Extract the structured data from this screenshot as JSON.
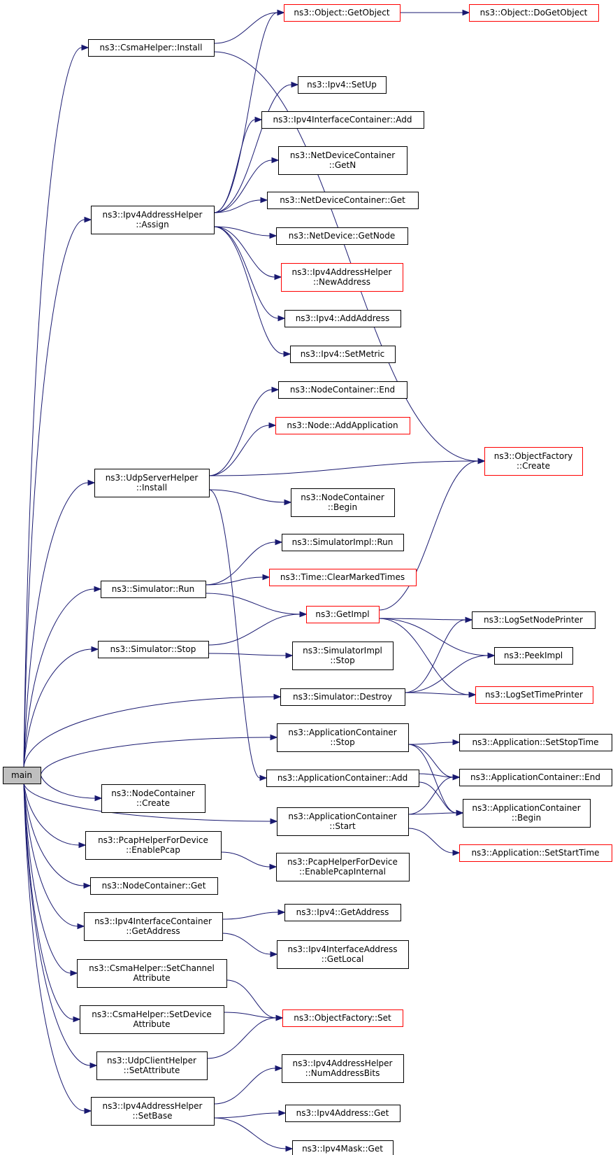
{
  "diagram": {
    "colors": {
      "edge": "#191970",
      "red_border": "#ff0000",
      "root_fill": "#bfbfbf"
    },
    "nodes": [
      {
        "id": "main",
        "lines": [
          "main"
        ],
        "style": "root"
      },
      {
        "id": "csma_install",
        "lines": [
          "ns3::CsmaHelper::Install"
        ],
        "style": "black"
      },
      {
        "id": "getobject",
        "lines": [
          "ns3::Object::GetObject"
        ],
        "style": "red"
      },
      {
        "id": "dogetobject",
        "lines": [
          "ns3::Object::DoGetObject"
        ],
        "style": "red"
      },
      {
        "id": "ipv4_setup",
        "lines": [
          "ns3::Ipv4::SetUp"
        ],
        "style": "black"
      },
      {
        "id": "ipv4ic_add",
        "lines": [
          "ns3::Ipv4InterfaceContainer::Add"
        ],
        "style": "black"
      },
      {
        "id": "ndc_getn",
        "lines": [
          "ns3::NetDeviceContainer",
          "::GetN"
        ],
        "style": "black"
      },
      {
        "id": "ndc_get",
        "lines": [
          "ns3::NetDeviceContainer::Get"
        ],
        "style": "black"
      },
      {
        "id": "ipv4ah_assign",
        "lines": [
          "ns3::Ipv4AddressHelper",
          "::Assign"
        ],
        "style": "black"
      },
      {
        "id": "nd_getnode",
        "lines": [
          "ns3::NetDevice::GetNode"
        ],
        "style": "black"
      },
      {
        "id": "ipv4ah_newaddress",
        "lines": [
          "ns3::Ipv4AddressHelper",
          "::NewAddress"
        ],
        "style": "red"
      },
      {
        "id": "ipv4_addaddress",
        "lines": [
          "ns3::Ipv4::AddAddress"
        ],
        "style": "black"
      },
      {
        "id": "ipv4_setmetric",
        "lines": [
          "ns3::Ipv4::SetMetric"
        ],
        "style": "black"
      },
      {
        "id": "nc_end",
        "lines": [
          "ns3::NodeContainer::End"
        ],
        "style": "black"
      },
      {
        "id": "node_addapp",
        "lines": [
          "ns3::Node::AddApplication"
        ],
        "style": "red"
      },
      {
        "id": "objfactory_create",
        "lines": [
          "ns3::ObjectFactory",
          "::Create"
        ],
        "style": "red"
      },
      {
        "id": "udpserver_install",
        "lines": [
          "ns3::UdpServerHelper",
          "::Install"
        ],
        "style": "black"
      },
      {
        "id": "nc_begin",
        "lines": [
          "ns3::NodeContainer",
          "::Begin"
        ],
        "style": "black"
      },
      {
        "id": "simimpl_run",
        "lines": [
          "ns3::SimulatorImpl::Run"
        ],
        "style": "black"
      },
      {
        "id": "sim_run",
        "lines": [
          "ns3::Simulator::Run"
        ],
        "style": "black"
      },
      {
        "id": "time_clear",
        "lines": [
          "ns3::Time::ClearMarkedTimes"
        ],
        "style": "red"
      },
      {
        "id": "getimpl",
        "lines": [
          "ns3::GetImpl"
        ],
        "style": "red"
      },
      {
        "id": "lognodeprinter",
        "lines": [
          "ns3::LogSetNodePrinter"
        ],
        "style": "black"
      },
      {
        "id": "sim_stop",
        "lines": [
          "ns3::Simulator::Stop"
        ],
        "style": "black"
      },
      {
        "id": "simimpl_stop",
        "lines": [
          "ns3::SimulatorImpl",
          "::Stop"
        ],
        "style": "black"
      },
      {
        "id": "peekimpl",
        "lines": [
          "ns3::PeekImpl"
        ],
        "style": "black"
      },
      {
        "id": "sim_destroy",
        "lines": [
          "ns3::Simulator::Destroy"
        ],
        "style": "black"
      },
      {
        "id": "logtimeprinter",
        "lines": [
          "ns3::LogSetTimePrinter"
        ],
        "style": "red"
      },
      {
        "id": "appc_stop",
        "lines": [
          "ns3::ApplicationContainer",
          "::Stop"
        ],
        "style": "black"
      },
      {
        "id": "app_setstoptime",
        "lines": [
          "ns3::Application::SetStopTime"
        ],
        "style": "black"
      },
      {
        "id": "appc_add",
        "lines": [
          "ns3::ApplicationContainer::Add"
        ],
        "style": "black"
      },
      {
        "id": "appc_end",
        "lines": [
          "ns3::ApplicationContainer::End"
        ],
        "style": "black"
      },
      {
        "id": "nc_create",
        "lines": [
          "ns3::NodeContainer",
          "::Create"
        ],
        "style": "black"
      },
      {
        "id": "appc_start",
        "lines": [
          "ns3::ApplicationContainer",
          "::Start"
        ],
        "style": "black"
      },
      {
        "id": "appc_begin",
        "lines": [
          "ns3::ApplicationContainer",
          "::Begin"
        ],
        "style": "black"
      },
      {
        "id": "app_setstarttime",
        "lines": [
          "ns3::Application::SetStartTime"
        ],
        "style": "red"
      },
      {
        "id": "pcap_enable",
        "lines": [
          "ns3::PcapHelperForDevice",
          "::EnablePcap"
        ],
        "style": "black"
      },
      {
        "id": "pcap_internal",
        "lines": [
          "ns3::PcapHelperForDevice",
          "::EnablePcapInternal"
        ],
        "style": "black"
      },
      {
        "id": "nc_get",
        "lines": [
          "ns3::NodeContainer::Get"
        ],
        "style": "black"
      },
      {
        "id": "ipv4ic_getaddress",
        "lines": [
          "ns3::Ipv4InterfaceContainer",
          "::GetAddress"
        ],
        "style": "black"
      },
      {
        "id": "ipv4_getaddress",
        "lines": [
          "ns3::Ipv4::GetAddress"
        ],
        "style": "black"
      },
      {
        "id": "ipv4ia_getlocal",
        "lines": [
          "ns3::Ipv4InterfaceAddress",
          "::GetLocal"
        ],
        "style": "black"
      },
      {
        "id": "csma_setchannel",
        "lines": [
          "ns3::CsmaHelper::SetChannel",
          "Attribute"
        ],
        "style": "black"
      },
      {
        "id": "csma_setdevice",
        "lines": [
          "ns3::CsmaHelper::SetDevice",
          "Attribute"
        ],
        "style": "black"
      },
      {
        "id": "objfactory_set",
        "lines": [
          "ns3::ObjectFactory::Set"
        ],
        "style": "red"
      },
      {
        "id": "udpclient_setattr",
        "lines": [
          "ns3::UdpClientHelper",
          "::SetAttribute"
        ],
        "style": "black"
      },
      {
        "id": "ipv4ah_numbits",
        "lines": [
          "ns3::Ipv4AddressHelper",
          "::NumAddressBits"
        ],
        "style": "black"
      },
      {
        "id": "ipv4ah_setbase",
        "lines": [
          "ns3::Ipv4AddressHelper",
          "::SetBase"
        ],
        "style": "black"
      },
      {
        "id": "ipv4addr_get",
        "lines": [
          "ns3::Ipv4Address::Get"
        ],
        "style": "black"
      },
      {
        "id": "ipv4mask_get",
        "lines": [
          "ns3::Ipv4Mask::Get"
        ],
        "style": "black"
      }
    ],
    "edges": [
      [
        "main",
        "csma_install"
      ],
      [
        "main",
        "ipv4ah_assign"
      ],
      [
        "main",
        "udpserver_install"
      ],
      [
        "main",
        "sim_run"
      ],
      [
        "main",
        "sim_stop"
      ],
      [
        "main",
        "sim_destroy"
      ],
      [
        "main",
        "appc_stop"
      ],
      [
        "main",
        "appc_start"
      ],
      [
        "main",
        "nc_create"
      ],
      [
        "main",
        "pcap_enable"
      ],
      [
        "main",
        "nc_get"
      ],
      [
        "main",
        "ipv4ic_getaddress"
      ],
      [
        "main",
        "csma_setchannel"
      ],
      [
        "main",
        "csma_setdevice"
      ],
      [
        "main",
        "udpclient_setattr"
      ],
      [
        "main",
        "ipv4ah_setbase"
      ],
      [
        "csma_install",
        "getobject"
      ],
      [
        "csma_install",
        "objfactory_create"
      ],
      [
        "getobject",
        "dogetobject"
      ],
      [
        "ipv4ah_assign",
        "getobject"
      ],
      [
        "ipv4ah_assign",
        "ipv4_setup"
      ],
      [
        "ipv4ah_assign",
        "ipv4ic_add"
      ],
      [
        "ipv4ah_assign",
        "ndc_getn"
      ],
      [
        "ipv4ah_assign",
        "ndc_get"
      ],
      [
        "ipv4ah_assign",
        "nd_getnode"
      ],
      [
        "ipv4ah_assign",
        "ipv4ah_newaddress"
      ],
      [
        "ipv4ah_assign",
        "ipv4_addaddress"
      ],
      [
        "ipv4ah_assign",
        "ipv4_setmetric"
      ],
      [
        "udpserver_install",
        "nc_end"
      ],
      [
        "udpserver_install",
        "node_addapp"
      ],
      [
        "udpserver_install",
        "objfactory_create"
      ],
      [
        "udpserver_install",
        "nc_begin"
      ],
      [
        "udpserver_install",
        "appc_add"
      ],
      [
        "sim_run",
        "simimpl_run"
      ],
      [
        "sim_run",
        "time_clear"
      ],
      [
        "sim_run",
        "getimpl"
      ],
      [
        "getimpl",
        "objfactory_create"
      ],
      [
        "getimpl",
        "lognodeprinter"
      ],
      [
        "getimpl",
        "peekimpl"
      ],
      [
        "getimpl",
        "logtimeprinter"
      ],
      [
        "sim_stop",
        "getimpl"
      ],
      [
        "sim_stop",
        "simimpl_stop"
      ],
      [
        "sim_destroy",
        "lognodeprinter"
      ],
      [
        "sim_destroy",
        "peekimpl"
      ],
      [
        "sim_destroy",
        "logtimeprinter"
      ],
      [
        "appc_stop",
        "app_setstoptime"
      ],
      [
        "appc_stop",
        "appc_end"
      ],
      [
        "appc_stop",
        "appc_begin"
      ],
      [
        "appc_add",
        "appc_end"
      ],
      [
        "appc_add",
        "appc_begin"
      ],
      [
        "appc_start",
        "appc_end"
      ],
      [
        "appc_start",
        "appc_begin"
      ],
      [
        "appc_start",
        "app_setstarttime"
      ],
      [
        "pcap_enable",
        "pcap_internal"
      ],
      [
        "ipv4ic_getaddress",
        "ipv4_getaddress"
      ],
      [
        "ipv4ic_getaddress",
        "ipv4ia_getlocal"
      ],
      [
        "csma_setchannel",
        "objfactory_set"
      ],
      [
        "csma_setdevice",
        "objfactory_set"
      ],
      [
        "udpclient_setattr",
        "objfactory_set"
      ],
      [
        "ipv4ah_setbase",
        "ipv4ah_numbits"
      ],
      [
        "ipv4ah_setbase",
        "ipv4addr_get"
      ],
      [
        "ipv4ah_setbase",
        "ipv4mask_get"
      ]
    ]
  }
}
